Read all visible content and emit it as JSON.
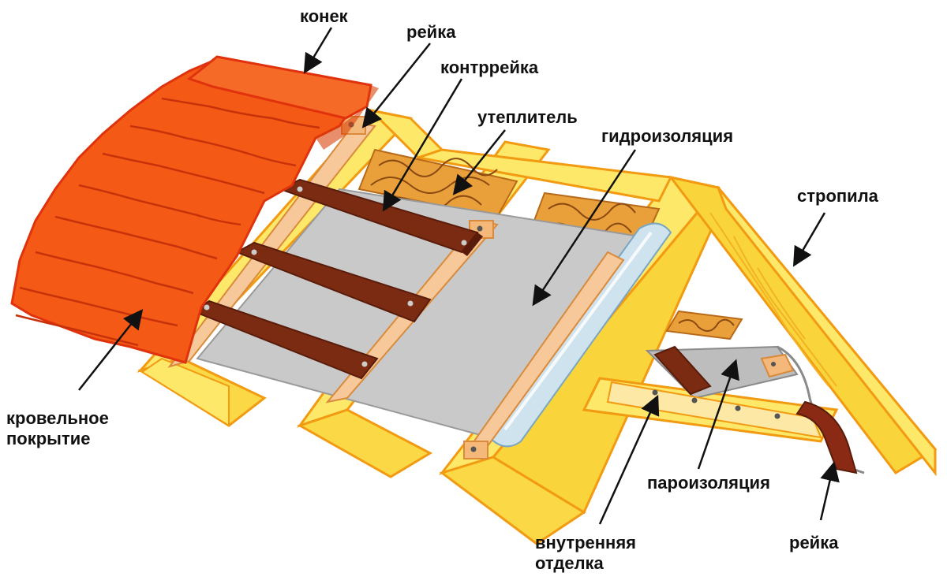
{
  "labels": {
    "ridge": "конек",
    "batten_top": "рейка",
    "counter_batten": "контррейка",
    "insulation": "утеплитель",
    "waterproofing": "гидроизоляция",
    "rafters": "стропила",
    "roof_covering": [
      "кровельное",
      "покрытие"
    ],
    "vapor_barrier": "пароизоляция",
    "interior_finish": [
      "внутренняя",
      "отделка"
    ],
    "batten_bottom": "рейка"
  },
  "colors": {
    "wood_light": "#fde86a",
    "wood_mid": "#f9d43a",
    "wood_outline": "#f29a12",
    "grain": "#f2b326",
    "tile": "#f45a16",
    "tile_outline": "#e0320c",
    "tile_shadow": "#d8420a",
    "batten": "#7a2b12",
    "batten_dark": "#5a1c0a",
    "insulation": "#e9a03a",
    "insulation_fiber": "#8a4a12",
    "membrane": "#c9c9c9",
    "membrane_dark": "#aaaaaa",
    "roll": "#cfe3ee",
    "counter_batten": "#f6c89a",
    "text": "#111111"
  }
}
